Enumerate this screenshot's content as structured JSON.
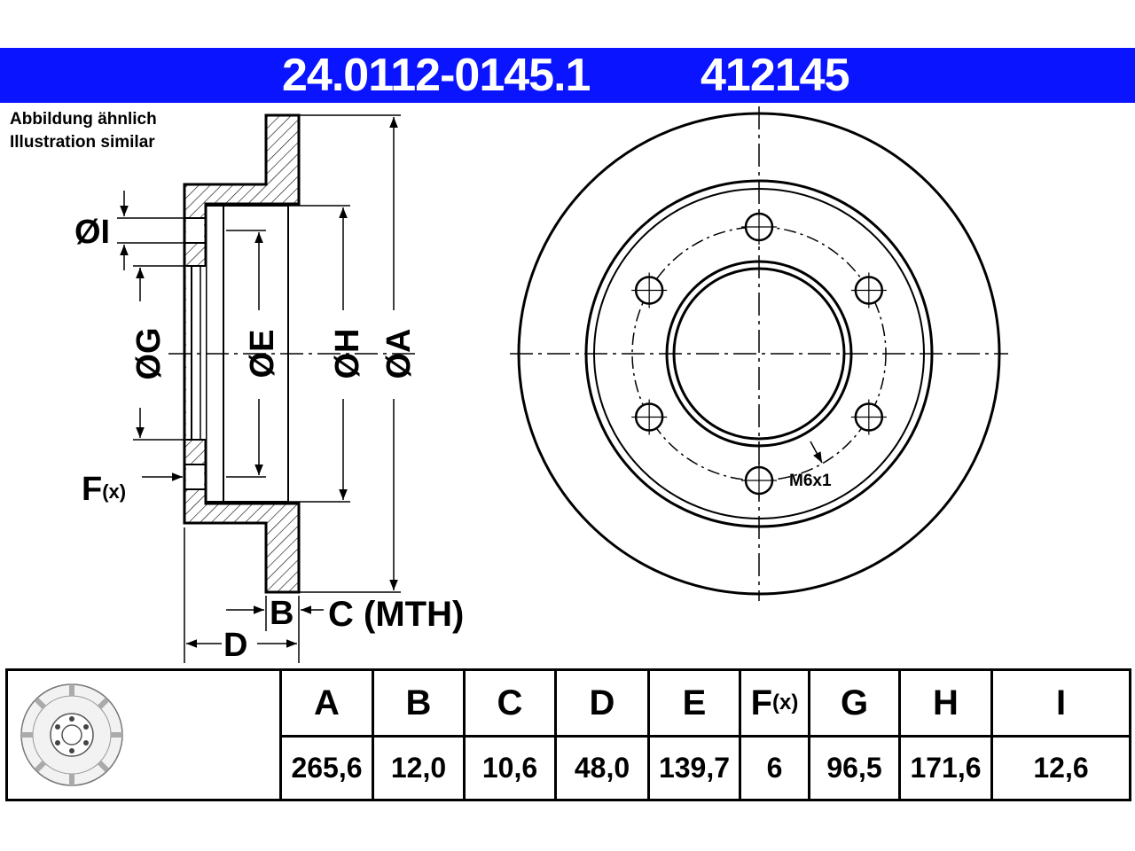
{
  "header": {
    "part_number": "24.0112-0145.1",
    "ref_number": "412145",
    "background_color": "#0a14ff",
    "text_color": "#ffffff"
  },
  "notes": {
    "line1": "Abbildung ähnlich",
    "line2": "Illustration similar"
  },
  "section_labels": {
    "dia_i": "ØI",
    "dia_g": "ØG",
    "dia_e": "ØE",
    "dia_h": "ØH",
    "dia_a": "ØA",
    "f_letter": "F",
    "f_suffix": "(x)",
    "b": "B",
    "c": "C (MTH)",
    "d": "D"
  },
  "front_view": {
    "thread_label": "M6x1",
    "bolt_hole_count": 6
  },
  "table": {
    "headers": [
      {
        "main": "A"
      },
      {
        "main": "B"
      },
      {
        "main": "C"
      },
      {
        "main": "D"
      },
      {
        "main": "E"
      },
      {
        "main": "F",
        "sub": "(x)"
      },
      {
        "main": "G"
      },
      {
        "main": "H"
      },
      {
        "main": "I"
      }
    ],
    "values": [
      "265,6",
      "12,0",
      "10,6",
      "48,0",
      "139,7",
      "6",
      "96,5",
      "171,6",
      "12,6"
    ]
  }
}
